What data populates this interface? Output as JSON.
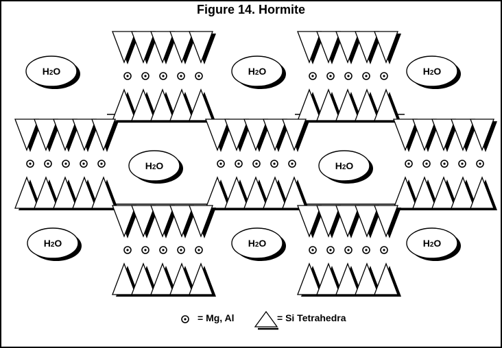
{
  "figure": {
    "title": "Figure 14. Hormite",
    "water_label": "H",
    "water_sub": "2",
    "water_tail": "O",
    "legend": {
      "dot_label": "= Mg, Al",
      "tetra_label": "= Si Tetrahedra",
      "dot_icon": "mg-al-dot-icon",
      "tetra_icon": "si-tetrahedron-icon"
    },
    "colors": {
      "line": "#000000",
      "shadow": "#000000",
      "fill": "#ffffff"
    }
  }
}
